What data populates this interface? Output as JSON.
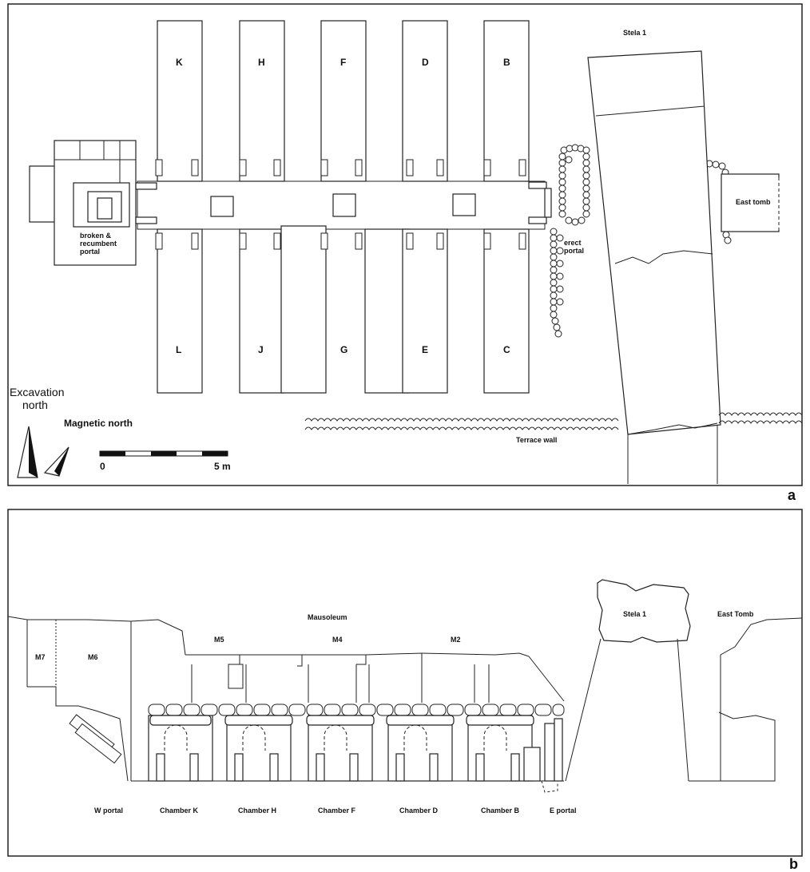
{
  "panel_a": {
    "tag": "a",
    "chambers_top": [
      "K",
      "H",
      "F",
      "D",
      "B"
    ],
    "chambers_bottom": [
      "L",
      "J",
      "G",
      "E",
      "C"
    ],
    "stela": "Stela 1",
    "east_tomb": "East tomb",
    "west_portal": [
      "broken &",
      "recumbent",
      "portal"
    ],
    "east_portal": [
      "erect",
      "portal"
    ],
    "terrace": "Terrace wall",
    "excavation_north": [
      "Excavation",
      "north"
    ],
    "magnetic_north": "Magnetic north",
    "scale_start": "0",
    "scale_end": "5 m"
  },
  "panel_b": {
    "tag": "b",
    "mausoleum": "Mausoleum",
    "stela": "Stela 1",
    "east_tomb": "East Tomb",
    "m_labels": [
      "M7",
      "M6",
      "M5",
      "M4",
      "M2"
    ],
    "bottom_labels": [
      "W portal",
      "Chamber K",
      "Chamber H",
      "Chamber F",
      "Chamber D",
      "Chamber B",
      "E portal"
    ]
  }
}
